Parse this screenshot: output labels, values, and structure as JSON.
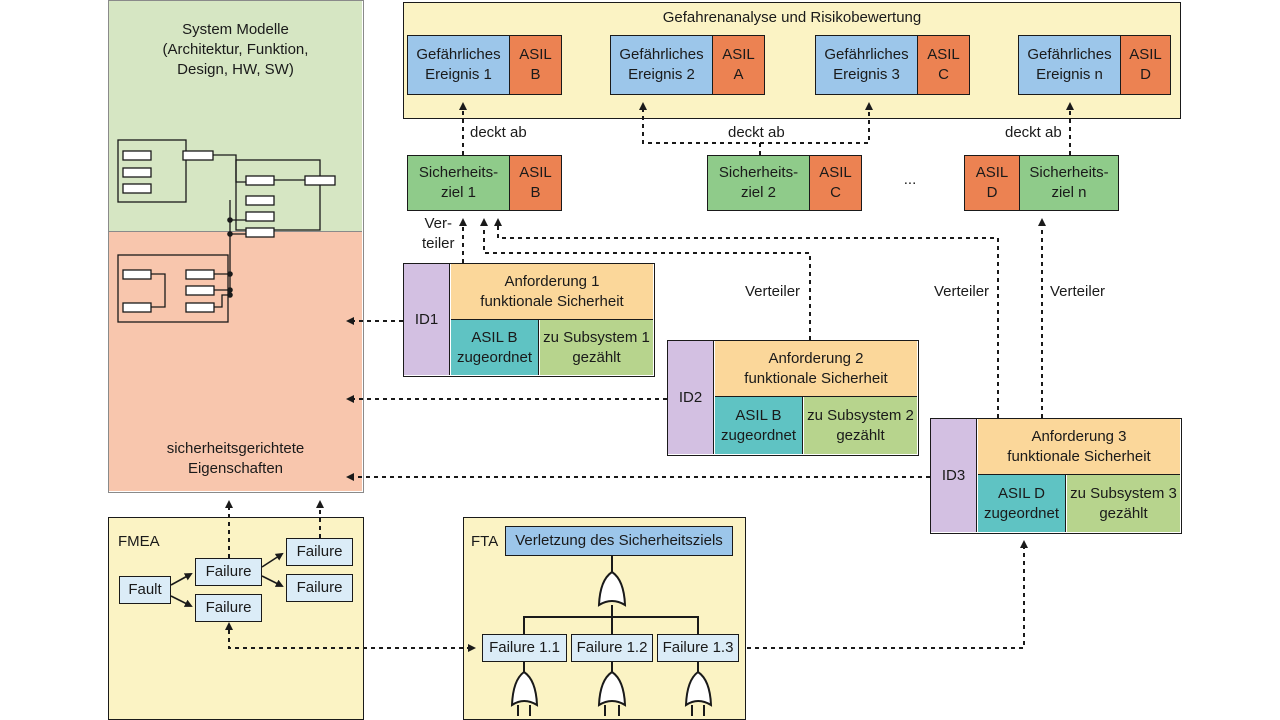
{
  "system_models": {
    "title": "System Modelle\n(Architektur, Funktion,\nDesign, HW, SW)",
    "properties": "sicherheitsgerichtete\nEigenschaften"
  },
  "hazard_analysis": {
    "title": "Gefahrenanalyse und Risikobewertung",
    "events": [
      {
        "label": "Gefährliches\nEreignis 1",
        "asil": "ASIL\nB"
      },
      {
        "label": "Gefährliches\nEreignis 2",
        "asil": "ASIL\nA"
      },
      {
        "label": "Gefährliches\nEreignis 3",
        "asil": "ASIL\nC"
      },
      {
        "label": "Gefährliches\nEreignis n",
        "asil": "ASIL\nD"
      }
    ]
  },
  "safety_goals": [
    {
      "label": "Sicherheits-\nziel 1",
      "asil": "ASIL\nB"
    },
    {
      "label": "Sicherheits-\nziel 2",
      "asil": "ASIL\nC"
    },
    {
      "label": "Sicherheits-\nziel n",
      "asil": "ASIL\nD"
    }
  ],
  "ellipsis": "...",
  "edge_labels": {
    "covers": "deckt ab",
    "distributor": "Verteiler",
    "distributor_split": "Ver-\nteiler"
  },
  "requirements": [
    {
      "id": "ID1",
      "title": "Anforderung 1\nfunktionale Sicherheit",
      "asil": "ASIL B\nzugeordnet",
      "subsystem": "zu Subsystem 1\ngezählt"
    },
    {
      "id": "ID2",
      "title": "Anforderung 2\nfunktionale Sicherheit",
      "asil": "ASIL B\nzugeordnet",
      "subsystem": "zu Subsystem 2\ngezählt"
    },
    {
      "id": "ID3",
      "title": "Anforderung 3\nfunktionale Sicherheit",
      "asil": "ASIL D\nzugeordnet",
      "subsystem": "zu Subsystem 3\ngezählt"
    }
  ],
  "fmea": {
    "title": "FMEA",
    "fault": "Fault",
    "failures": [
      "Failure",
      "Failure",
      "Failure",
      "Failure"
    ]
  },
  "fta": {
    "title": "FTA",
    "top_event": "Verletzung des Sicherheitsziels",
    "failures": [
      "Failure 1.1",
      "Failure 1.2",
      "Failure 1.3"
    ]
  },
  "colors": {
    "event_blue": "#9cc6ea",
    "asil_orange": "#ec8252",
    "goal_green": "#8fcb8a",
    "requirement_peach": "#fbd79a",
    "asil_teal": "#5fc3c3",
    "subsystem_green": "#b7d48d",
    "id_purple": "#d3c0e2",
    "panel_yellow": "#fbf3c4",
    "model_green": "#d6e6c3",
    "model_salmon": "#f8c6ad"
  }
}
